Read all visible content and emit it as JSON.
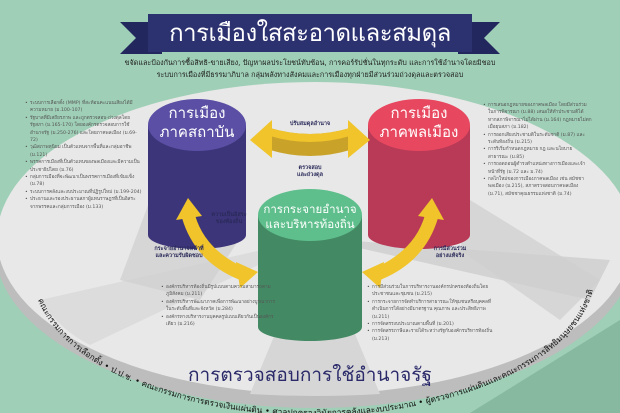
{
  "header": {
    "title": "การเมืองใสสะอาดและสมดุล",
    "subtitle_lines": [
      "ขจัดและป้องกันการซื้อสิทธิ-ขายเสียง, ปัญหาผลประโยชน์ทับซ้อน, การคอร์รัปชั่นในทุกระดับ และการใช้อำนาจโดยมิชอบ",
      "ระบบการเมืองที่มีธรรมาภิบาล กลุ่มพลังทางสังคมและการเมืองทุกฝ่ายมีส่วนร่วมถ่วงดุลและตรวจสอบ"
    ]
  },
  "pillars": {
    "institutional": {
      "line1": "การเมือง",
      "line2": "ภาคสถาบัน",
      "color": "#4b3f91"
    },
    "citizen": {
      "line1": "การเมือง",
      "line2": "ภาคพลเมือง",
      "color": "#e44a63"
    },
    "local": {
      "line1": "การกระจายอำนาจ",
      "line2": "และบริหารท้องถิ่น",
      "color": "#4e9a72"
    }
  },
  "arrows": {
    "top_label": "ปรับสมดุลอำนาจ",
    "middle_label_1": "ตรวจสอบ",
    "middle_label_2": "และถ่วงดุล",
    "left_inner_1": "ความเป็นอิสระ",
    "left_inner_2": "ของท้องถิ่น",
    "left_outer_1": "กระจายอำนาจหน้าที่",
    "left_outer_2": "และความรับผิดชอบ",
    "right_outer_1": "การมีส่วนร่วม",
    "right_outer_2": "อย่างแท้จริง"
  },
  "lists": {
    "institutional": [
      "ระบบการเลือกตั้ง (MMP) ที่สะท้อนคะแนนเสียงได้มีความหมาย (ม.100-107)",
      "รัฐบาลที่มีเสถียรภาพ และถูกตรวจสอบ-ถ่วงดุลโดยรัฐสภา (ม.165-170) โดยองค์กรตรวจสอบการใช้อำนาจรัฐ (ม.250-276) และโดยภาคพลเมือง (ม.69-72)",
      "วุฒิสภาพหุนิยม เป็นตัวแทนจากพื้นที่และกลุ่มอาชีพ (ม.121)",
      "พรรคการเมืองที่เป็นตัวแทนของพลเมืองและมีความเป็นประชาธิปไตย (ม.76)",
      "กลุ่มการเมืองที่จะพัฒนาเป็นพรรคการเมืองที่เข้มแข็ง (ม.78)",
      "ระบบการคลังและงบประมาณที่ปฏิรูปใหม่ (ม.199-204)",
      "ประธานและรองประธานสภาผู้แทนราษฎรที่เป็นอิสระจากพรรคและกลุ่มการเมือง (ม.133)"
    ],
    "citizen": [
      "การเสนอกฎหมายของภาคพลเมือง โดยมีส่วนร่วมในการพิจารณา (ม.88) เสนอให้ทำประชามติได้หากสภาพิจารณาไม่ได้ผ่าน (ม.164) กฎหมายไม่ตกเมื่อยุบสภา (ม.182)",
      "การออกเสียงประชามติในระดับชาติ (ม.87) และระดับท้องถิ่น (ม.215)",
      "การริเริ่มกำหนดกฎหมาย กฎ และนโยบายสาธารณะ (ม.85)",
      "การถอดถอนผู้ดำรงตำแหน่งทางการเมืองและเจ้าหน้าที่รัฐ (ม.72 และ ม.74)",
      "กลไกใหม่ของการเมืองภาคพลเมือง เช่น สมัชชาพลเมือง (ม.215), สภาตรวจสอบภาคพลเมือง (ม.71), สมัชชาคุณธรรมแห่งชาติ (ม.74)"
    ],
    "local_left": [
      "องค์กรบริหารท้องถิ่นมีรูปแบบตามความสามารถตามภูมิสังคม (ม.211)",
      "องค์กรบริหารพัฒนาภาคเพื่อการพัฒนาอย่างบูรณาการในระดับพื้นที่และจังหวัด (ม.284)",
      "องค์กรทางบริหารงานบุคคลรูปแบบเดียวกันเป็นองค์กรเดียว (ม.216)"
    ],
    "local_right": [
      "การมีส่วนร่วมในการบริหารงานองค์กรปกครองท้องถิ่นโดยประชาชนและชุมชน (ม.215)",
      "การกระจายการจัดทำบริการสาธารณะให้ชุมชนหรือบุคคลที่ดำเนินการได้อย่างมีมาตรฐาน คุณภาพ และประสิทธิภาพ (ม.211)",
      "การจัดสรรงบประมาณตามพื้นที่ (ม.201)",
      "การจัดสรรภาษีและรายได้ระหว่างรัฐกับองค์กรบริหารท้องถิ่น (ม.213)"
    ]
  },
  "footer": {
    "main_title": "การตรวจสอบการใช้อำนาจรัฐ",
    "rim_text": "คณะกรรมการการเลือกตั้ง • ป.ป.ช. • คณะกรรมการการตรวจเงินแผ่นดิน • ศาลปกครองวินัยการคลังและงบประมาณ • ผู้ตรวจการแผ่นดินและคณะกรรมการสิทธิมนุษยชนแห่งชาติ"
  },
  "colors": {
    "background": "#9fcfb6",
    "banner": "#22275e",
    "arrow": "#f0c42a",
    "platform": "#e8e8e8"
  }
}
